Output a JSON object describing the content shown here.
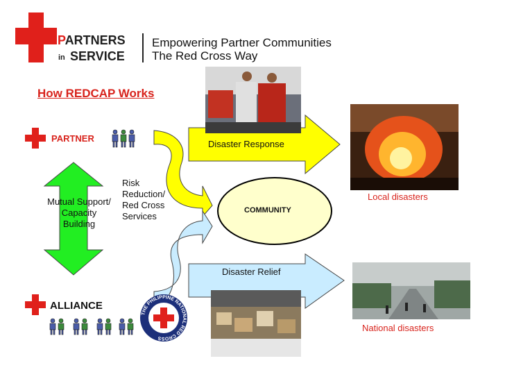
{
  "header": {
    "logo_p": "P",
    "logo_rest": "ARTNERS",
    "logo_in": "in",
    "logo_service": "SERVICE",
    "tagline_line1": "Empowering Partner Communities",
    "tagline_line2": "The Red Cross Way"
  },
  "diagram": {
    "title": "How REDCAP Works",
    "partner_label": "PARTNER",
    "alliance_label": "ALLIANCE",
    "mutual_line1": "Mutual Support/",
    "mutual_line2": "Capacity",
    "mutual_line3": "Building",
    "risk_line1": "Risk",
    "risk_line2": "Reduction/",
    "risk_line3": "Red Cross",
    "risk_line4": "Services",
    "community_label": "COMMUNITY",
    "response_label": "Disaster Response",
    "relief_label": "Disaster Relief",
    "local_label": "Local disasters",
    "national_label": "National disasters",
    "seal_text": "THE PHILIPPINE NATIONAL RED CROSS"
  },
  "colors": {
    "red_cross": "#e0201b",
    "arrow_yellow": "#ffff00",
    "arrow_blue_light": "#c9ecff",
    "arrow_green": "#22ee22",
    "community_fill": "#ffffcc"
  }
}
